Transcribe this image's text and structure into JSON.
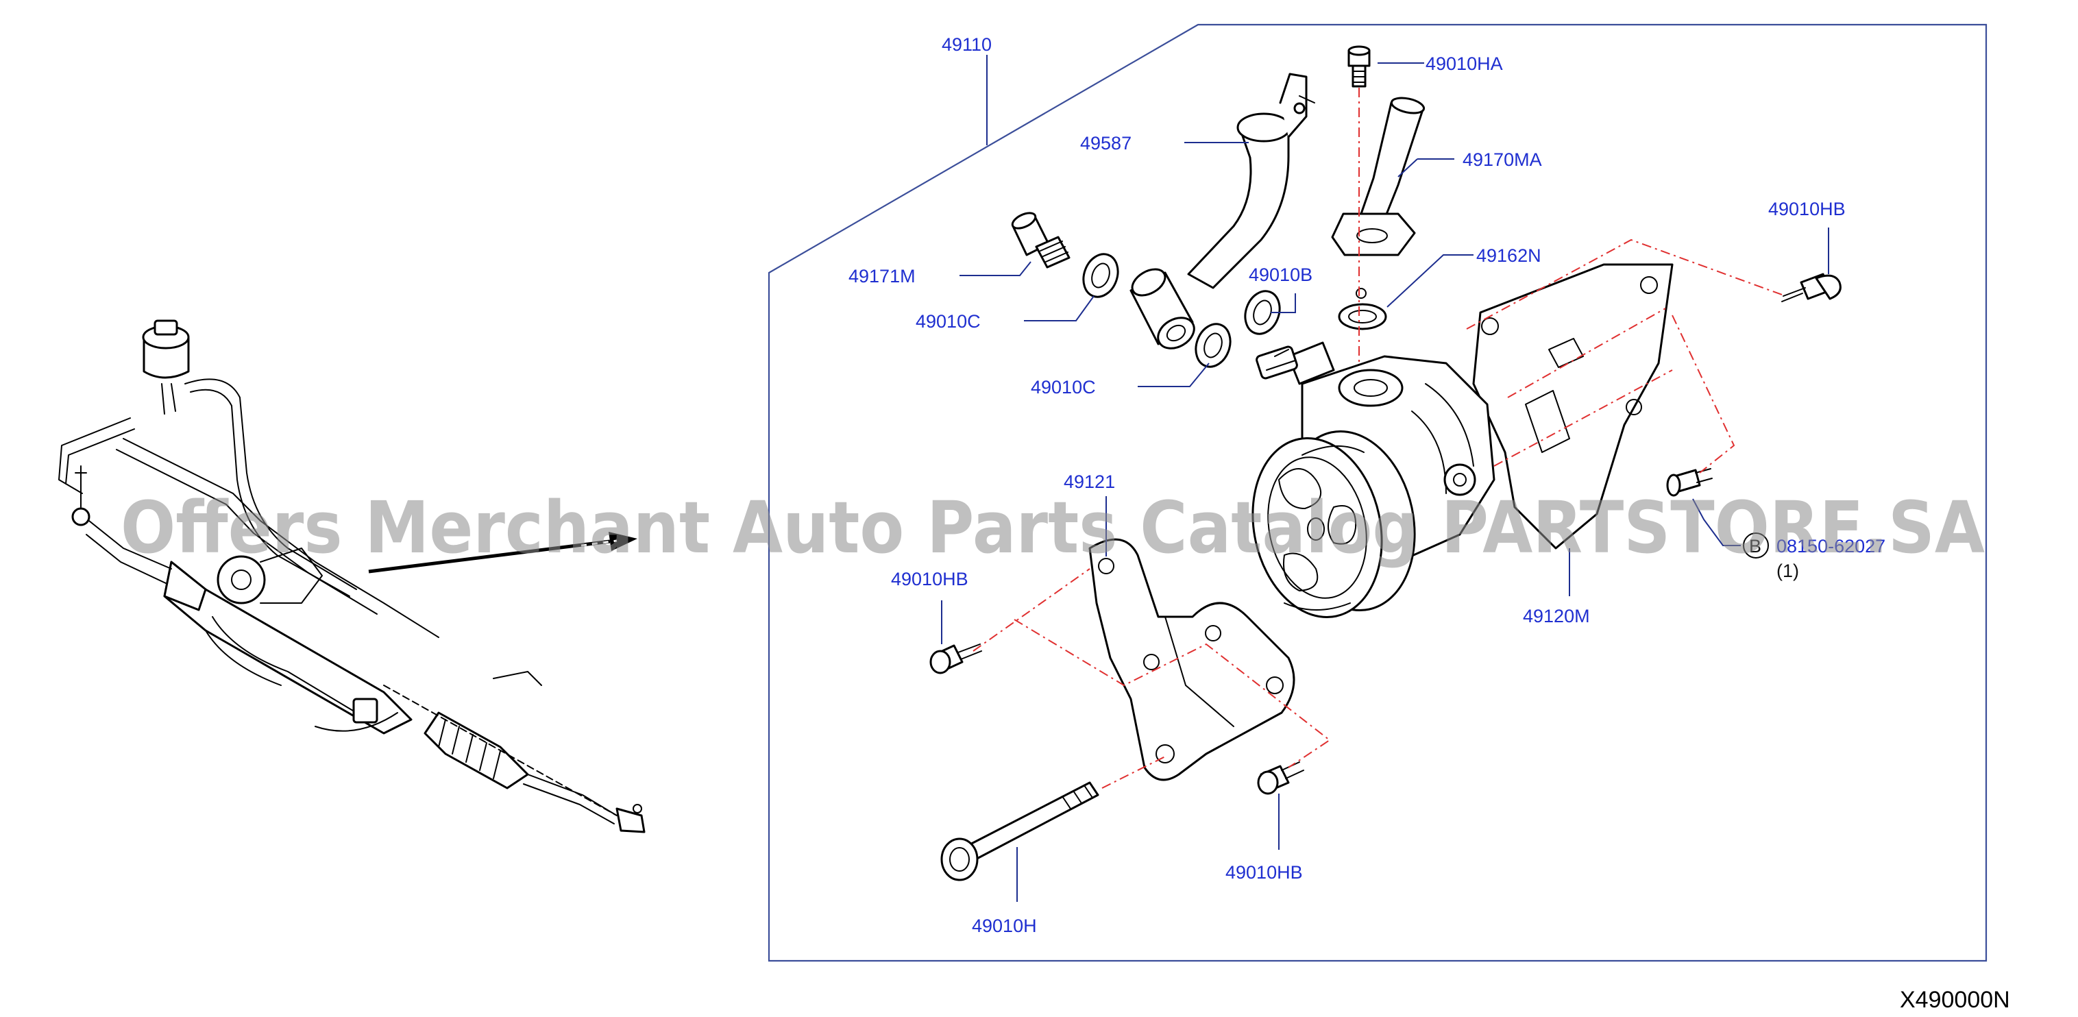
{
  "watermark": "Offers Merchant Auto Parts Catalog PARTSTORE.SA",
  "diagram_code": "X490000N",
  "callouts": {
    "c49110": "49110",
    "c49587": "49587",
    "c49010HA": "49010HA",
    "c49170MA": "49170MA",
    "c49171M": "49171M",
    "c49010C_top": "49010C",
    "c49010B": "49010B",
    "c49162N": "49162N",
    "c49010C_mid": "49010C",
    "c49010HB_right": "49010HB",
    "c49121": "49121",
    "c49010HB_left": "49010HB",
    "c49120M": "49120M",
    "c49010HB_bottom": "49010HB",
    "c49010H": "49010H",
    "c08150": "08150-62027",
    "c08150_qty": "(1)",
    "c08150_marker": "B"
  }
}
